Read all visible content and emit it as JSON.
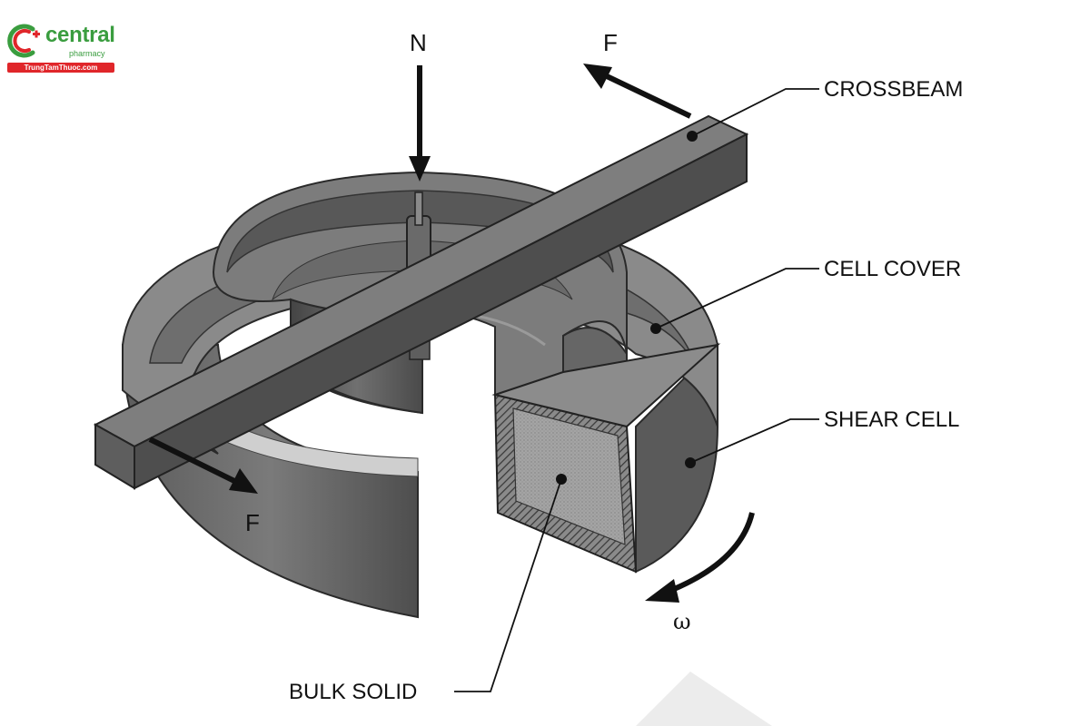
{
  "logo": {
    "name": "central",
    "subtitle": "pharmacy",
    "url": "TrungTamThuoc.com",
    "icon": "medical-cross-c-icon",
    "colors": {
      "green": "#3a9d3f",
      "red": "#e0262a"
    }
  },
  "diagram": {
    "force_labels": {
      "normal": "N",
      "force_top": "F",
      "force_bottom": "F",
      "rotation": "ω"
    },
    "callouts": {
      "crossbeam": "CROSSBEAM",
      "cell_cover": "CELL COVER",
      "shear_cell": "SHEAR CELL",
      "bulk_solid": "BULK SOLID"
    },
    "icons": [
      "normal-force-arrow-icon",
      "force-arrow-icon",
      "rotation-arrow-icon"
    ]
  }
}
